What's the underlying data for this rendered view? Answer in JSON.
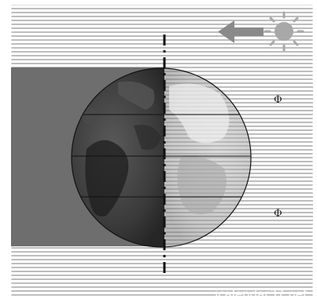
{
  "labels": {
    "phi_upper": "Φ",
    "phi_lower": "Φ"
  },
  "watermark": "icalendar37.net",
  "icons": {
    "sun": "sun-icon",
    "arrow": "arrow-left-icon"
  },
  "colors": {
    "background": "#ffffff",
    "stripe": "#bdbdbd",
    "night_band": "#6e6e6e",
    "earth_dark": "#3a3a3a",
    "earth_light": "#c8c8c8",
    "axis": "#222222",
    "arrow": "#8a8a8a",
    "sun": "#a8a8a8"
  }
}
